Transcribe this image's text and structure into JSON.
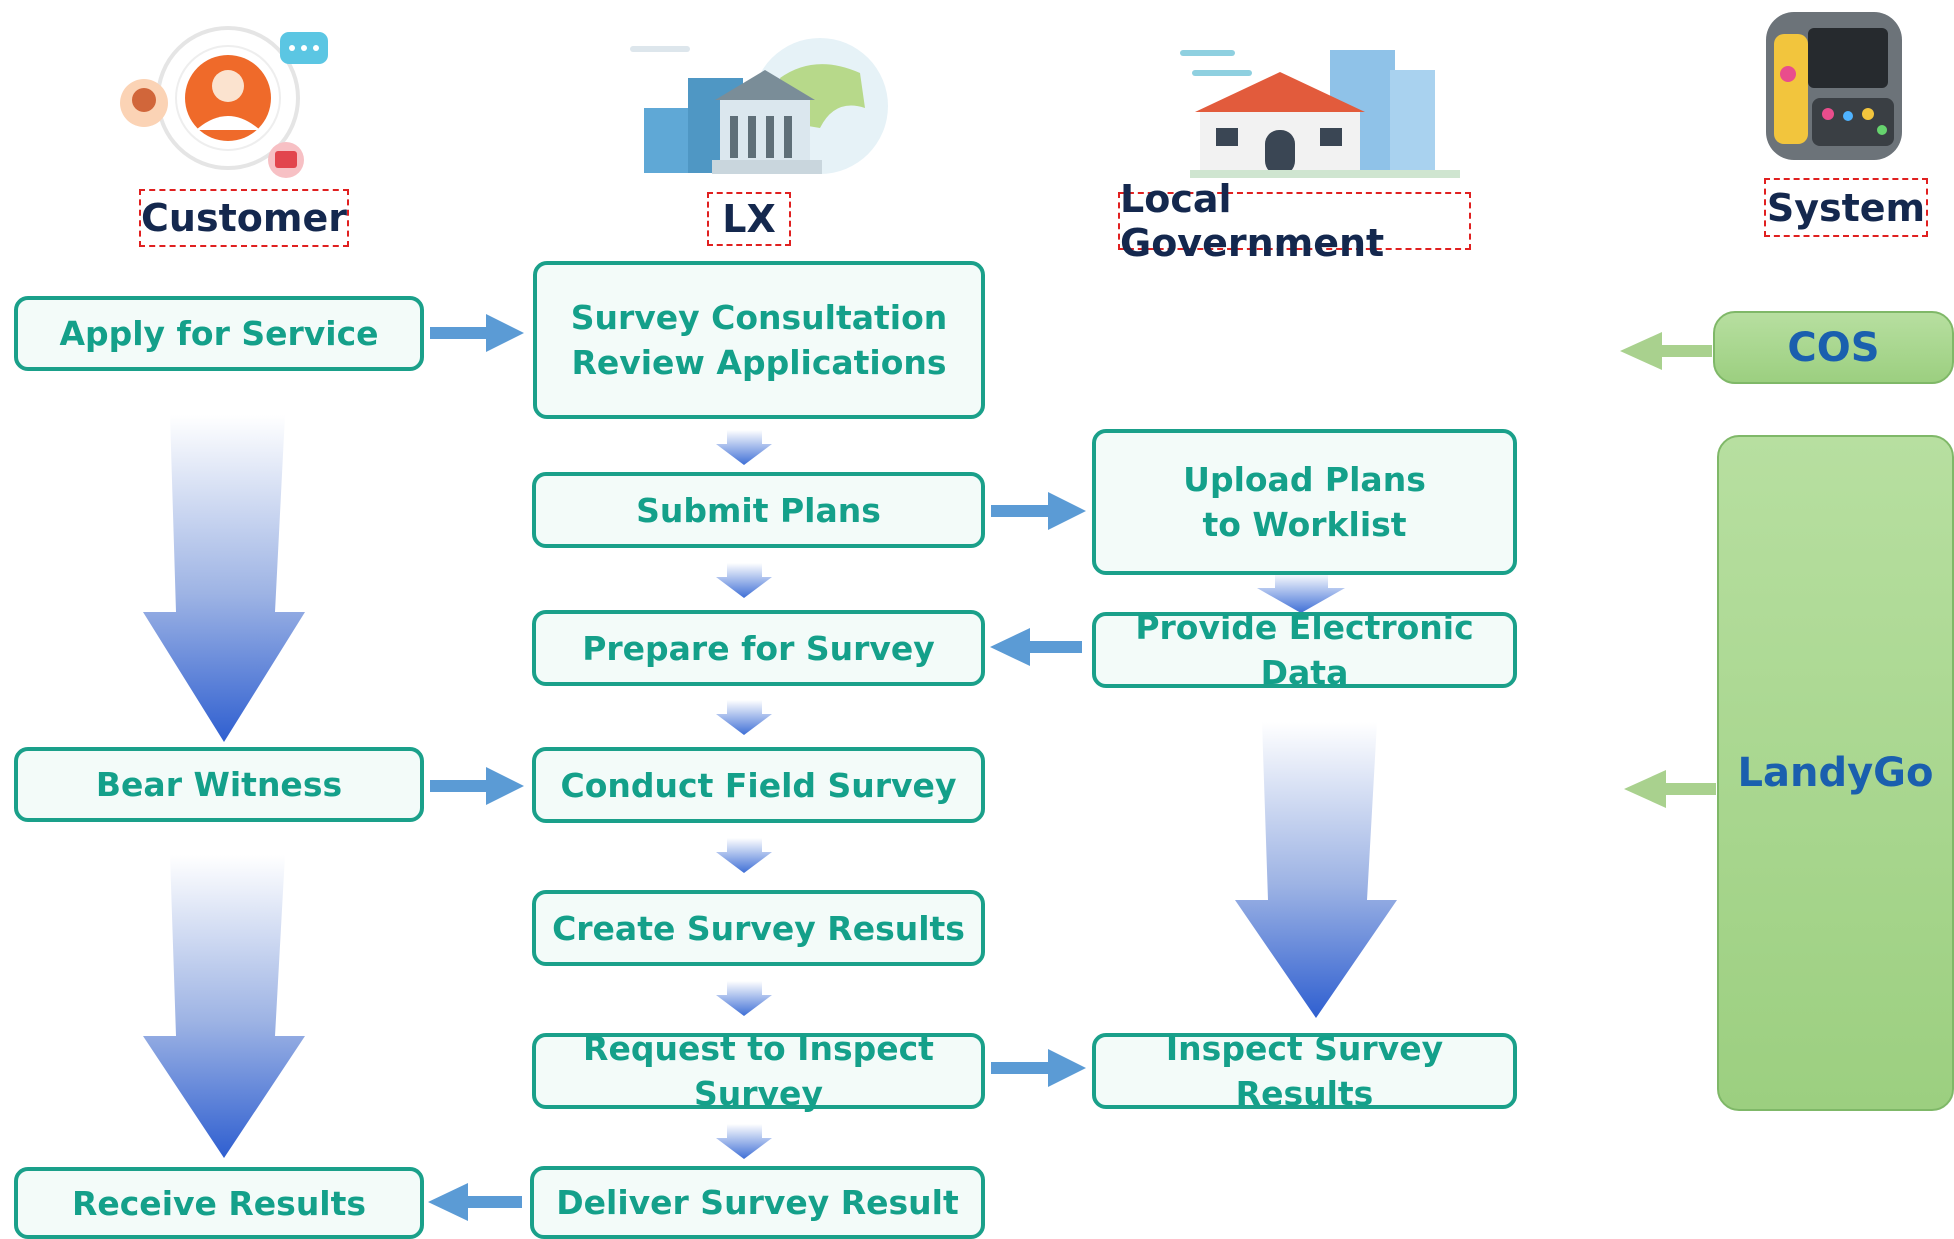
{
  "headers": {
    "customer": "Customer",
    "lx": "LX",
    "local_government": "Local Government",
    "system": "System"
  },
  "customer_steps": {
    "apply": "Apply for Service",
    "witness": "Bear Witness",
    "receive": "Receive Results"
  },
  "lx_steps": {
    "consult": "Survey Consultation\nReview Applications",
    "submit": "Submit Plans",
    "prepare": "Prepare for Survey",
    "conduct": "Conduct Field Survey",
    "create": "Create Survey Results",
    "request": "Request to Inspect Survey",
    "deliver": "Deliver Survey Result"
  },
  "gov_steps": {
    "upload": "Upload Plans\nto Worklist",
    "provide": "Provide Electronic Data",
    "inspect": "Inspect Survey Results"
  },
  "systems": {
    "cos": "COS",
    "landygo": "LandyGo"
  },
  "colors": {
    "box_border": "#1aa08a",
    "box_fill": "#f3fbf9",
    "box_text": "#14a08a",
    "header_text": "#14284e",
    "header_border": "#e02020",
    "arrow_blue": "#5b9bd5",
    "arrow_green": "#a9d18e",
    "system_text": "#1a5fae"
  }
}
